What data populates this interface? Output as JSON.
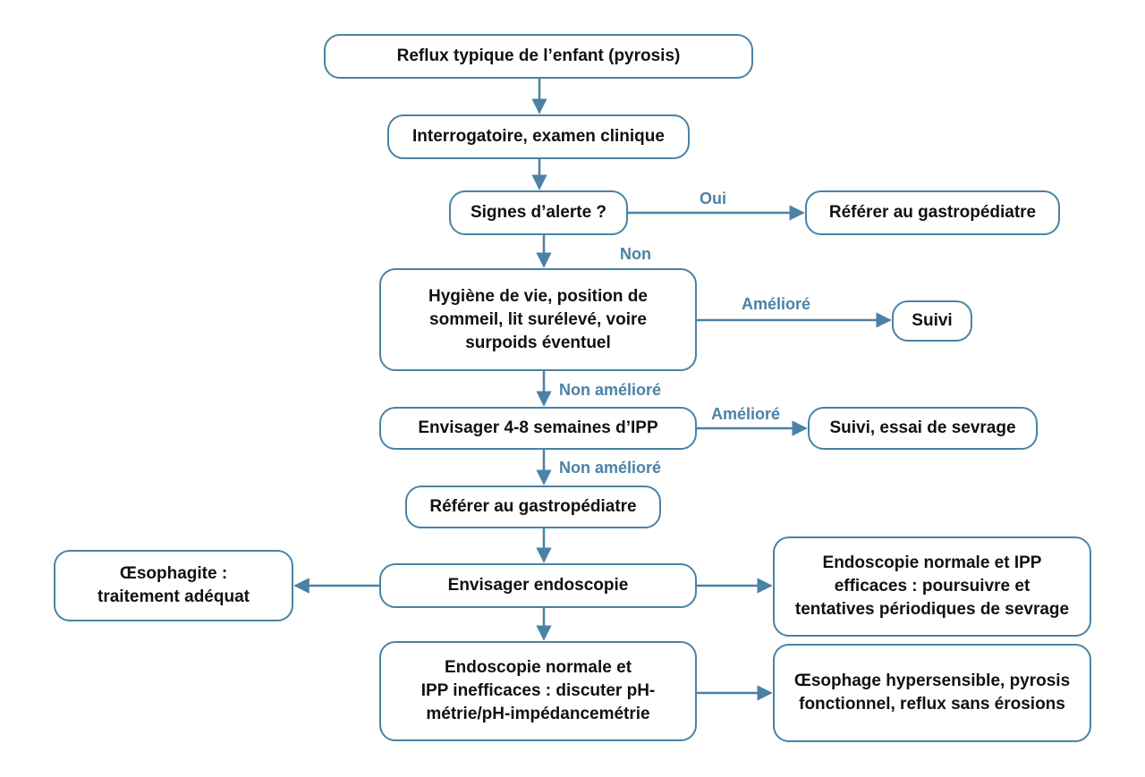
{
  "colors": {
    "stroke": "#4a82a6",
    "text": "#111111",
    "label": "#4a82a6"
  },
  "nodes": {
    "start": [
      "Reflux typique de l’enfant (pyrosis)"
    ],
    "interrogatoire": [
      "Interrogatoire, examen clinique"
    ],
    "signes": [
      "Signes d’alerte ?"
    ],
    "referer1": [
      "Référer au gastropédiatre"
    ],
    "hygiene": [
      "Hygiène de vie, position de",
      "sommeil, lit surélevé, voire",
      "surpoids éventuel"
    ],
    "suivi1": [
      "Suivi"
    ],
    "ipp": [
      "Envisager 4-8 semaines d’IPP"
    ],
    "suivi2": [
      "Suivi, essai de sevrage"
    ],
    "referer2": [
      "Référer au gastropédiatre"
    ],
    "endoscopie": [
      "Envisager endoscopie"
    ],
    "oesophagite": [
      "Œsophagite :",
      "traitement adéquat"
    ],
    "normal_efficace": [
      "Endoscopie normale et IPP",
      "efficaces : poursuivre et",
      "tentatives périodiques de sevrage"
    ],
    "normal_inefficace": [
      "Endoscopie normale et",
      "IPP inefficaces : discuter pH-",
      "métrie/pH-impédancemétrie"
    ],
    "hypersensible": [
      "Œsophage hypersensible, pyrosis",
      "fonctionnel, reflux sans érosions"
    ]
  },
  "edges": [
    {
      "from": "start",
      "to": "interrogatoire"
    },
    {
      "from": "interrogatoire",
      "to": "signes"
    },
    {
      "from": "signes",
      "to": "referer1",
      "label": "Oui"
    },
    {
      "from": "signes",
      "to": "hygiene",
      "label": "Non"
    },
    {
      "from": "hygiene",
      "to": "suivi1",
      "label": "Amélioré"
    },
    {
      "from": "hygiene",
      "to": "ipp",
      "label": "Non amélioré"
    },
    {
      "from": "ipp",
      "to": "suivi2",
      "label": "Amélioré"
    },
    {
      "from": "ipp",
      "to": "referer2",
      "label": "Non amélioré"
    },
    {
      "from": "referer2",
      "to": "endoscopie"
    },
    {
      "from": "endoscopie",
      "to": "oesophagite"
    },
    {
      "from": "endoscopie",
      "to": "normal_efficace"
    },
    {
      "from": "endoscopie",
      "to": "normal_inefficace"
    },
    {
      "from": "normal_inefficace",
      "to": "hypersensible"
    }
  ]
}
